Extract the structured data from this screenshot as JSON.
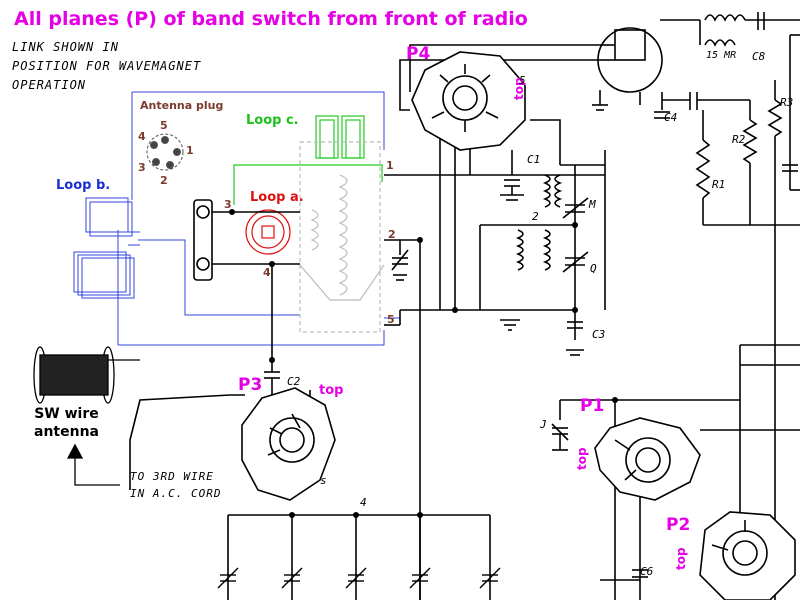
{
  "title": "All planes (P) of band switch from front of radio",
  "note": {
    "line1": "LINK SHOWN IN",
    "line2": "POSITION FOR WAVEMAGNET",
    "line3": "OPERATION"
  },
  "antenna_plug": {
    "label": "Antenna plug",
    "pins": [
      "1",
      "2",
      "3",
      "4",
      "5"
    ]
  },
  "loops": {
    "a": "Loop a.",
    "b": "Loop b.",
    "c": "Loop c."
  },
  "switch_planes": {
    "p1": "P1",
    "p2": "P2",
    "p3": "P3",
    "p4": "P4",
    "top": "top"
  },
  "terminals": {
    "t1": "1",
    "t2": "2",
    "t3": "3",
    "t4": "4",
    "t5": "5",
    "t5b": "5",
    "t4b": "4"
  },
  "components": {
    "c1": "C1",
    "c2": "C2",
    "c3": "C3",
    "c4": "C4",
    "c6": "C6",
    "c8": "C8",
    "r1": "R1",
    "r2": "R2",
    "r3": "R3",
    "m": "M",
    "q": "Q",
    "j": "J",
    "coil2": "2",
    "coil_top": "15 MR",
    "s": "s"
  },
  "sw_antenna": {
    "line1": "SW wire",
    "line2": "antenna"
  },
  "cord_note": {
    "line1": "TO 3RD WIRE",
    "line2": "IN A.C. CORD"
  },
  "colors": {
    "title": "#e600e6",
    "loop_a": "#e01010",
    "loop_b": "#1a2fd0",
    "loop_c": "#19c219",
    "plug_label": "#7a3b2e",
    "terminal_labels": "#7a3b2e"
  }
}
